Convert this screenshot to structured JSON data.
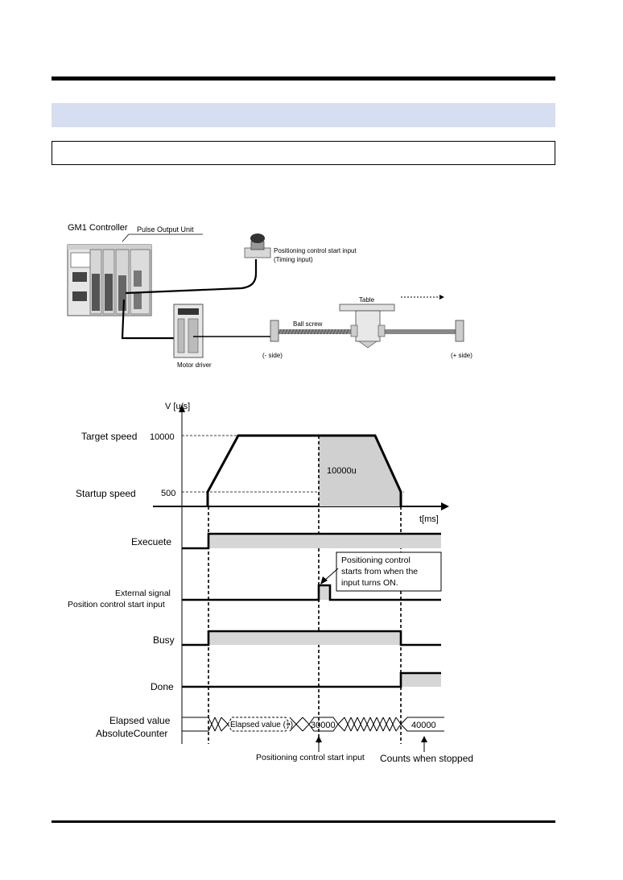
{
  "setup": {
    "controller": "GM1 Controller",
    "pulse_unit": "Pulse Output Unit",
    "start_input_line1": "Positioning control start input",
    "start_input_line2": "(Timing input)",
    "table": "Table",
    "ball_screw": "Ball screw",
    "minus_side": "(- side)",
    "plus_side": "(+ side)",
    "motor_driver": "Motor driver"
  },
  "timing": {
    "v_axis": "V [u/s]",
    "t_axis": "t[ms]",
    "target_speed": "Target speed",
    "startup_speed": "Startup speed",
    "val_10000": "10000",
    "val_500": "500",
    "area_label": "10000u",
    "execute": "Execuete",
    "ext_signal_1": "External signal",
    "ext_signal_2": "Position control start input",
    "callout_1": "Positioning control",
    "callout_2": "starts from when the",
    "callout_3": "input turns ON.",
    "busy": "Busy",
    "done": "Done",
    "elapsed_1": "Elapsed value",
    "elapsed_2": "AbsoluteCounter",
    "elapsed_value": "Elapsed value (+)",
    "counter_30000": "30000",
    "counter_40000": "40000",
    "note_start": "Positioning control start input",
    "note_stop": "Counts when stopped"
  },
  "colors": {
    "band": "#d6def2",
    "fill": "#d0d0d0"
  }
}
